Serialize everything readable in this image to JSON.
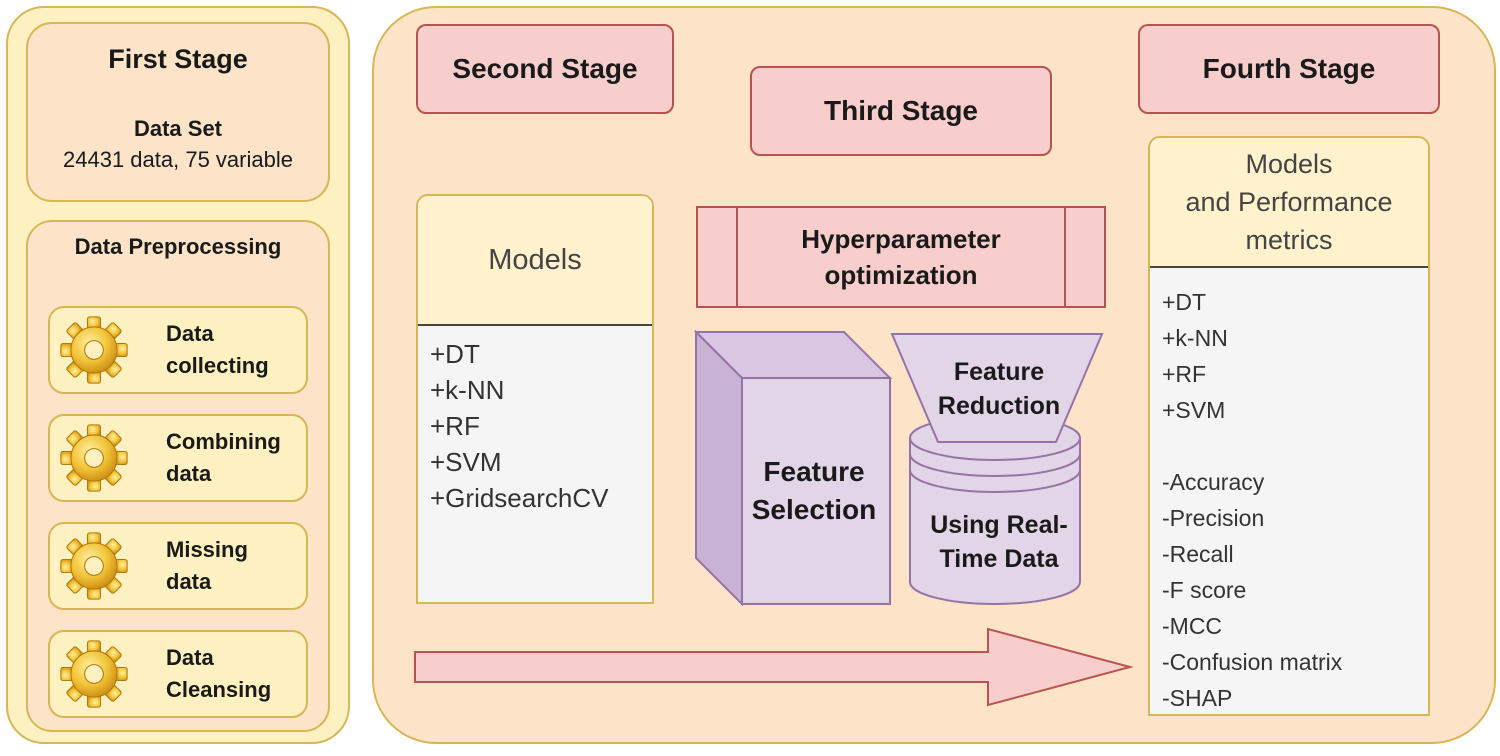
{
  "first_stage": {
    "title": "First Stage",
    "dataset_label": "Data Set",
    "dataset_desc": "24431 data, 75 variable",
    "preprocessing_title": "Data Preprocessing",
    "steps": [
      {
        "line1": "Data",
        "line2": "collecting"
      },
      {
        "line1": "Combining",
        "line2": "data"
      },
      {
        "line1": "Missing",
        "line2": "data"
      },
      {
        "line1": "Data",
        "line2": "Cleansing"
      }
    ]
  },
  "second_stage": {
    "title": "Second Stage",
    "models_title": "Models",
    "models": [
      "+DT",
      "+k-NN",
      "+RF",
      "+SVM",
      "+GridsearchCV"
    ]
  },
  "third_stage": {
    "title": "Third Stage",
    "hyper_line1": "Hyperparameter",
    "hyper_line2": "optimization",
    "feature_selection_line1": "Feature",
    "feature_selection_line2": "Selection",
    "feature_reduction_line1": "Feature",
    "feature_reduction_line2": "Reduction",
    "realtime_line1": "Using Real-",
    "realtime_line2": "Time Data"
  },
  "fourth_stage": {
    "title": "Fourth Stage",
    "card_line1": "Models",
    "card_line2": "and Performance",
    "card_line3": "metrics",
    "models": [
      "+DT",
      "+k-NN",
      "+RF",
      "+SVM"
    ],
    "metrics": [
      "-Accuracy",
      "-Precision",
      "-Recall",
      "-F score",
      "-MCC",
      "-Confusion matrix",
      "-SHAP"
    ]
  },
  "icons": {
    "step_icon": "gear-icon"
  },
  "colors": {
    "yellow_fill": "#fdf1c2",
    "peach_fill": "#fde3c8",
    "pink_fill": "#f8cecc",
    "purple_fill": "#e1d5e7",
    "purple_stroke": "#9673a6"
  }
}
